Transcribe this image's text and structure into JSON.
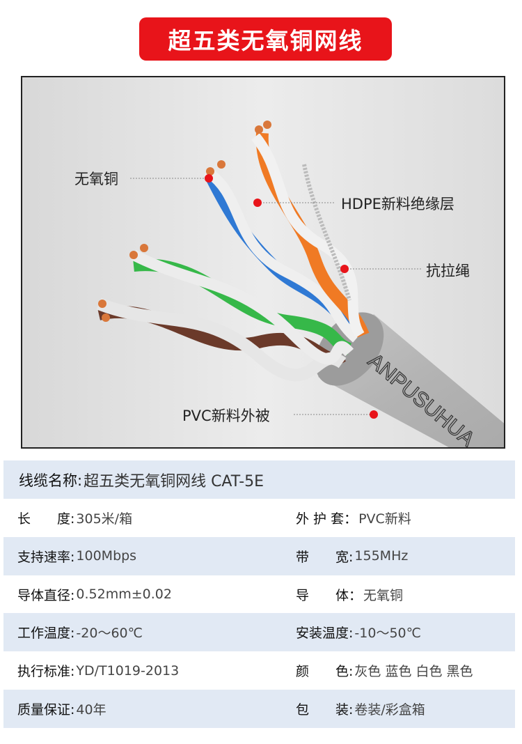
{
  "title": "超五类无氧铜网线",
  "diagram": {
    "labels": {
      "conductor": "无氧铜",
      "insulation": "HDPE新料绝缘层",
      "ripcord": "抗拉绳",
      "jacket": "PVC新料外被"
    },
    "brand_print": "ANPUSUHUA",
    "colors": {
      "accent": "#e8141a",
      "band": "#e1e9f4"
    }
  },
  "specs": {
    "name": {
      "key": "线缆名称:",
      "value": "超五类无氧铜网线  CAT-5E"
    },
    "rows": [
      {
        "left": {
          "key": "长　　度:",
          "value": "305米/箱"
        },
        "right": {
          "key": "外 护 套：",
          "value": "PVC新料"
        }
      },
      {
        "left": {
          "key": "支持速率:",
          "value": "100Mbps"
        },
        "right": {
          "key": "带　　宽:",
          "value": "155MHz"
        }
      },
      {
        "left": {
          "key": "导体直径:",
          "value": "0.52mm±0.02"
        },
        "right": {
          "key": "导　　体：",
          "value": "无氧铜"
        }
      },
      {
        "left": {
          "key": "工作温度:",
          "value": "-20～60℃"
        },
        "right": {
          "key": "安装温度:",
          "value": "-10～50℃"
        }
      },
      {
        "left": {
          "key": "执行标准:",
          "value": "YD/T1019-2013"
        },
        "right": {
          "key": "颜　　色:",
          "value": "灰色 蓝色 白色 黑色"
        }
      },
      {
        "left": {
          "key": "质量保证:",
          "value": "40年"
        },
        "right": {
          "key": "包　　装:",
          "value": "卷装/彩盒箱"
        }
      }
    ]
  }
}
